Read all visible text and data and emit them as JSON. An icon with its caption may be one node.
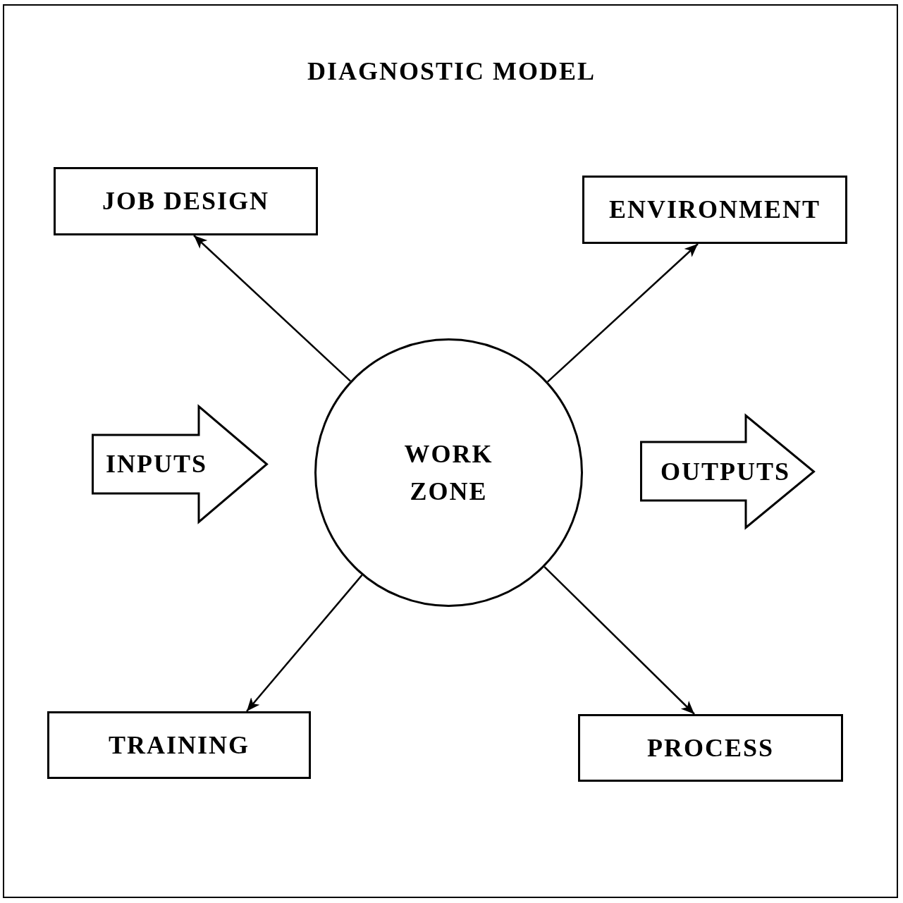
{
  "diagram": {
    "title": "DIAGNOSTIC MODEL",
    "nodes": [
      {
        "text": [
          "JOB DESIGN"
        ]
      },
      {
        "text": [
          "ENVIRONMENT"
        ]
      },
      {
        "text": [
          "INPUTS"
        ]
      },
      {
        "text": [
          "WORK ZONE"
        ]
      },
      {
        "text": [
          "OUTPUTS"
        ]
      },
      {
        "text": [
          "TRAINING"
        ]
      },
      {
        "text": [
          "PROCESS"
        ]
      }
    ],
    "edges": [
      {
        "from": 3,
        "to": 0,
        "arrow": "to"
      },
      {
        "from": 3,
        "to": 1,
        "arrow": "to"
      },
      {
        "from": 3,
        "to": 5,
        "arrow": "to"
      },
      {
        "from": 3,
        "to": 6,
        "arrow": "to"
      }
    ]
  }
}
